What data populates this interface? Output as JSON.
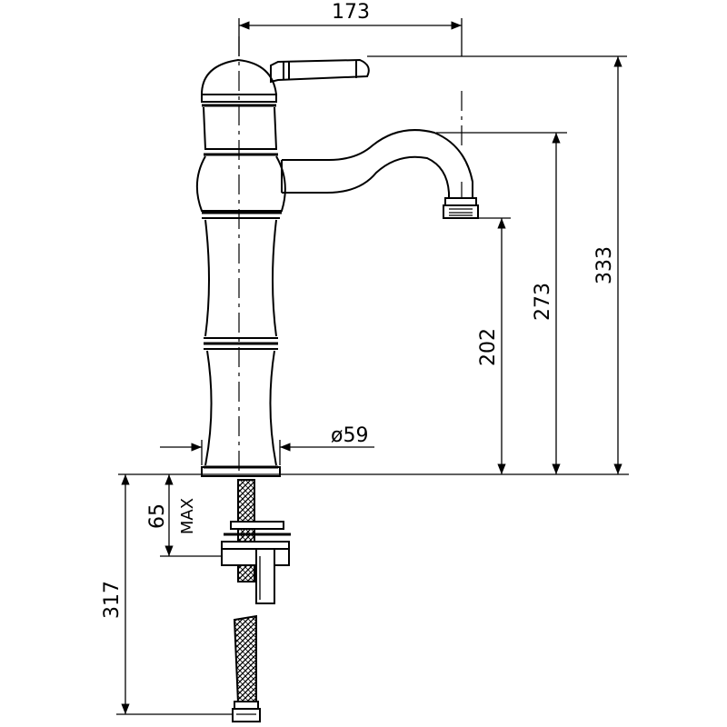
{
  "dimensions": {
    "spout_reach": "173",
    "total_height": "333",
    "height_under_handle": "273",
    "spout_height": "202",
    "base_diameter": "ø59",
    "max_deck_thickness": "65",
    "max_label": "MAX",
    "hose_length": "317"
  }
}
